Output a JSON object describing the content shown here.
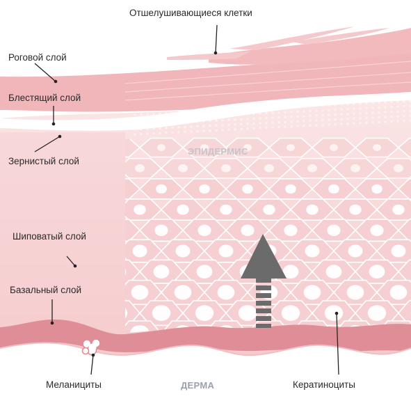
{
  "labels": {
    "shedding_cells": "Отшелушивающиеся клетки",
    "stratum_corneum": "Роговой слой",
    "stratum_lucidum": "Блестящий слой",
    "stratum_granulosum": "Зернистый слой",
    "stratum_spinosum": "Шиповатый слой",
    "stratum_basale": "Базальный слой",
    "melanocytes": "Меланициты",
    "dermis": "ДЕРМА",
    "keratinocytes": "Кератиноциты",
    "epidermis": "ЭПИДЕРМИС"
  },
  "colors": {
    "skin_light": "#f9dede",
    "skin_mid": "#f4c3c5",
    "skin_dark": "#e9a0a6",
    "basal_band": "#d97e88",
    "cell_line": "#ffffff",
    "arrow": "#666666",
    "epidermis_text": "#c8c8cc",
    "dermis_text": "#9aa0b0"
  }
}
